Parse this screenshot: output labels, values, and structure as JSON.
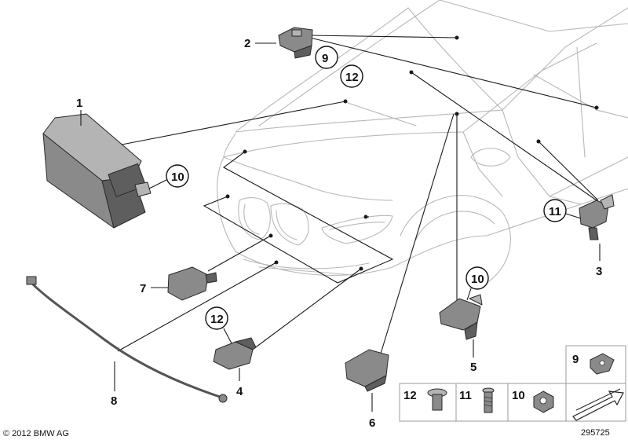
{
  "labels": {
    "n1": "1",
    "n2": "2",
    "n3": "3",
    "n4": "4",
    "n5": "5",
    "n6": "6",
    "n7": "7",
    "n8": "8",
    "c9": "9",
    "c12a": "12",
    "c10a": "10",
    "c11": "11",
    "c12b": "12",
    "c10b": "10"
  },
  "legend": {
    "item9": "9",
    "item12": "12",
    "item11": "11",
    "item10": "10"
  },
  "footer": {
    "copyright": "© 2012 BMW AG",
    "diagram_number": "295725"
  }
}
